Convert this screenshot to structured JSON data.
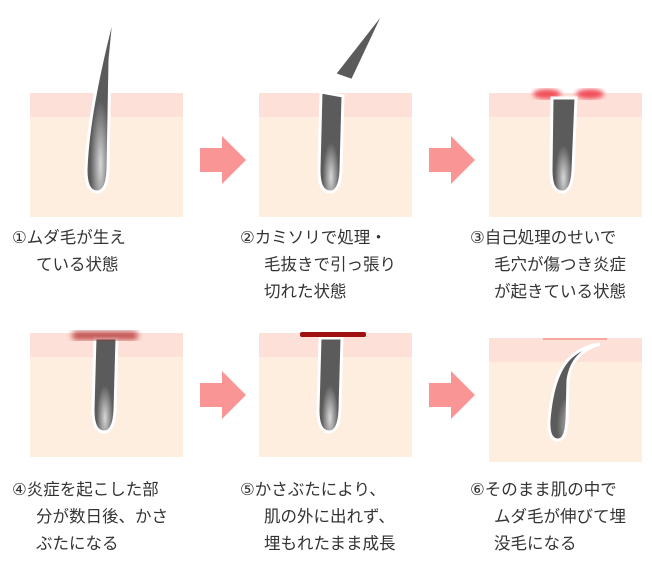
{
  "colors": {
    "skin_top": "#fde0d8",
    "skin": "#fdeee0",
    "hair": "#5b5b5b",
    "arrow": "#f99595",
    "inflamed": "#f0505a",
    "scab": "#a01010"
  },
  "steps": [
    {
      "lines": [
        "①ムダ毛が生え",
        "ている状態"
      ]
    },
    {
      "lines": [
        "②カミソリで処理・",
        "毛抜きで引っ張り",
        "切れた状態"
      ]
    },
    {
      "lines": [
        "③自己処理のせいで",
        "毛穴が傷つき炎症",
        "が起きている状態"
      ]
    },
    {
      "lines": [
        "④炎症を起こした部",
        "分が数日後、かさ",
        "ぶたになる"
      ]
    },
    {
      "lines": [
        "⑤かさぶたにより、",
        "肌の外に出れず、",
        "埋もれたまま成長"
      ]
    },
    {
      "lines": [
        "⑥そのまま肌の中で",
        "ムダ毛が伸びて埋",
        "没毛になる"
      ]
    }
  ]
}
